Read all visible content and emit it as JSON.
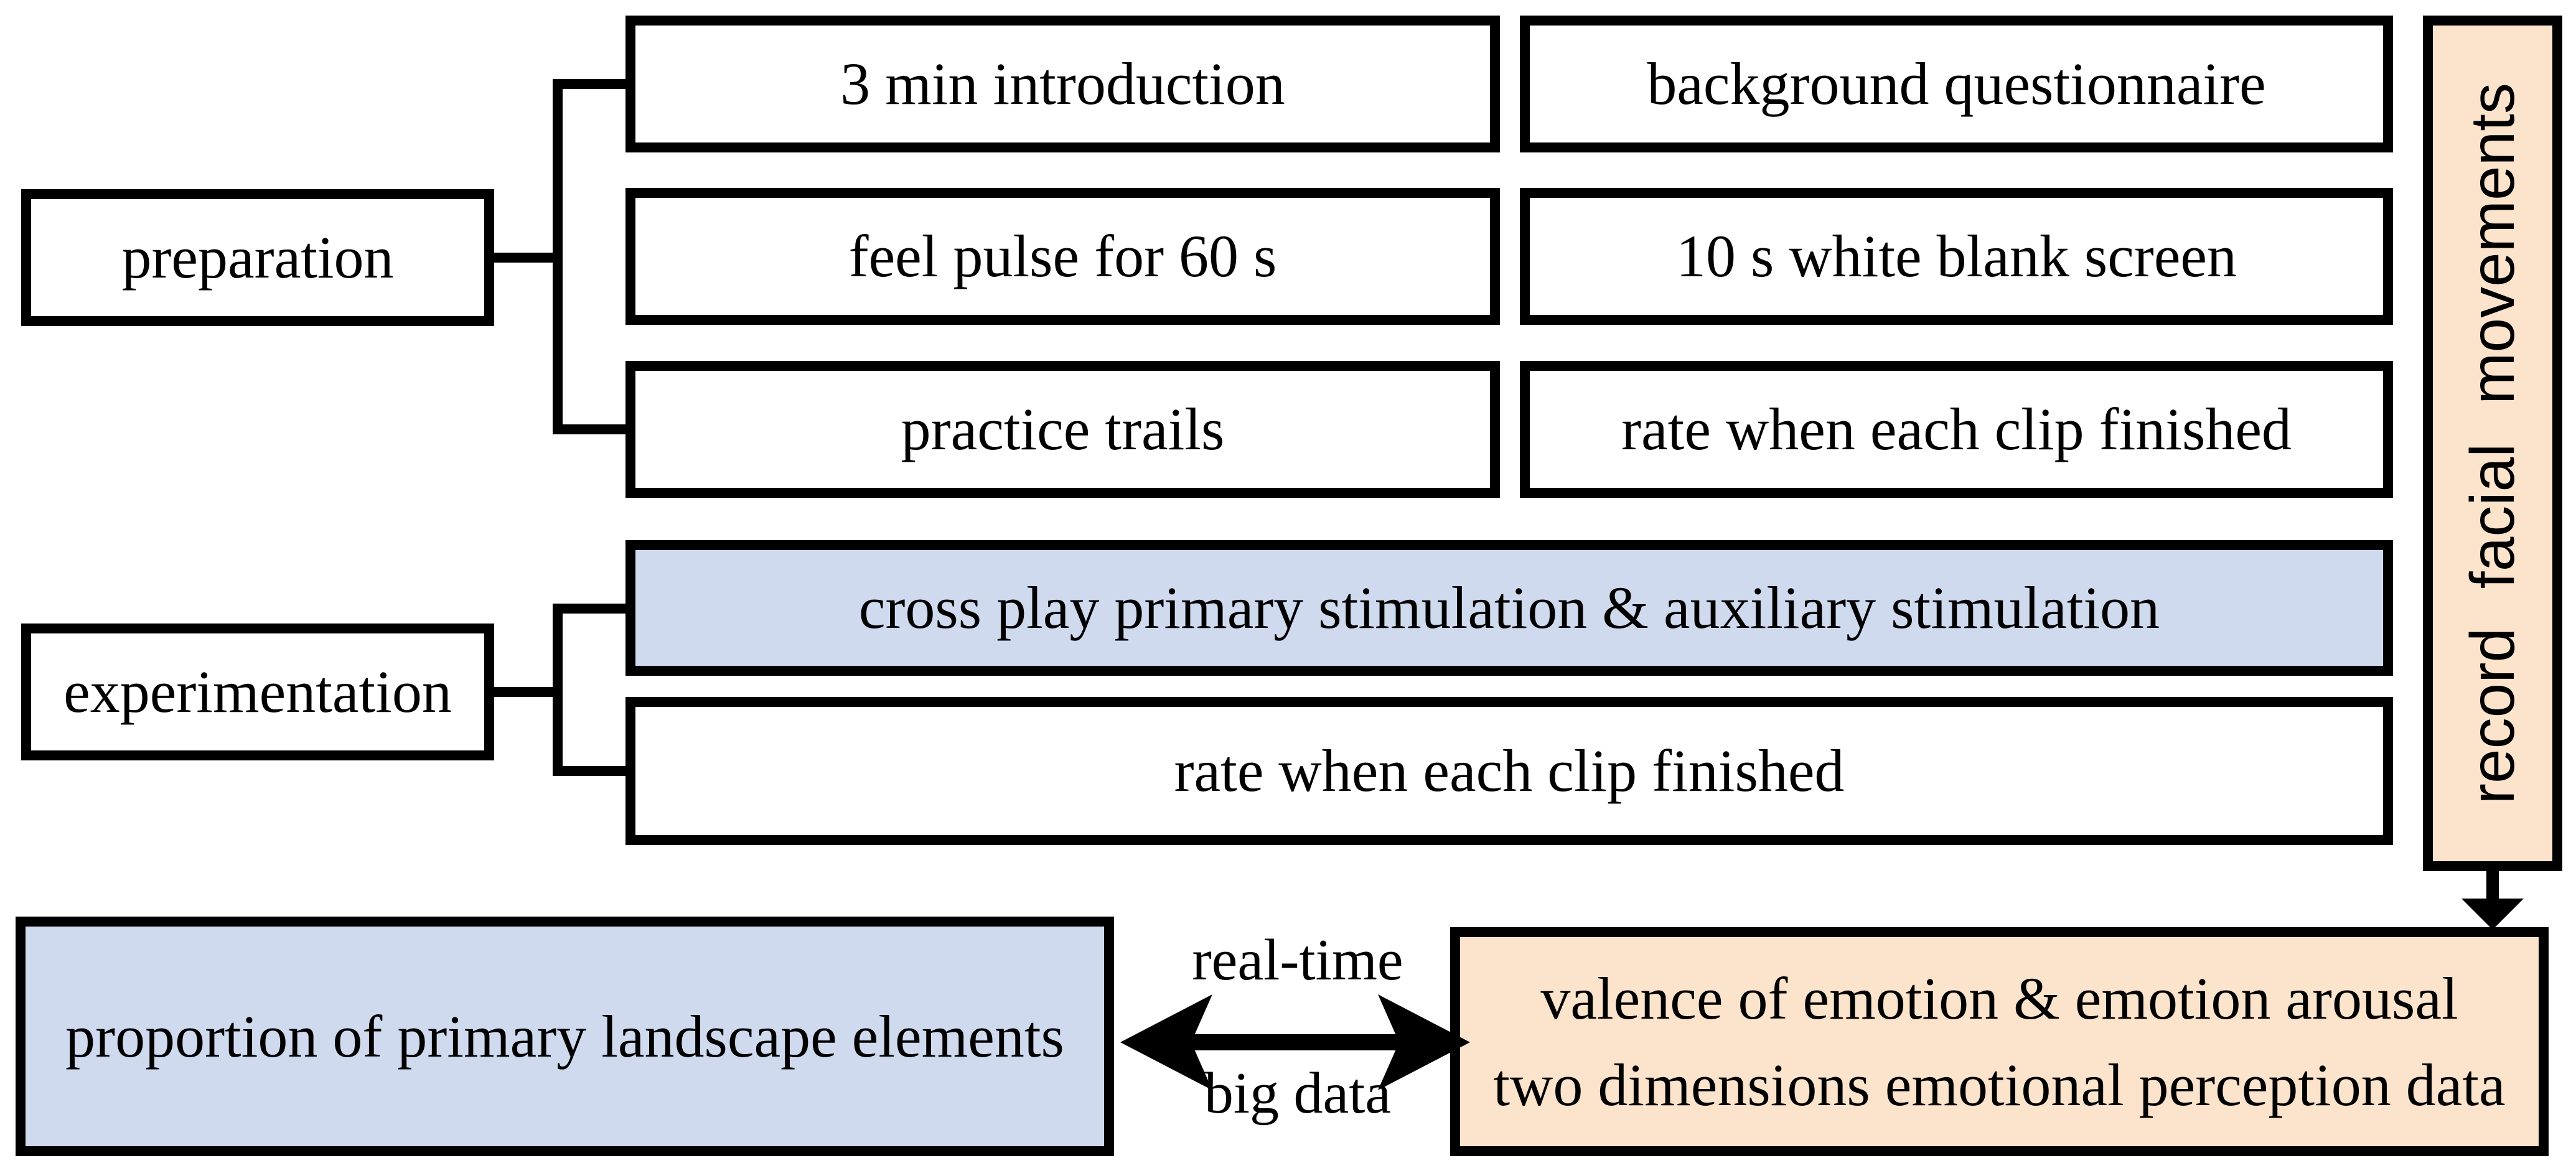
{
  "flowchart": {
    "stages": [
      {
        "label": "preparation"
      },
      {
        "label": "experimentation"
      }
    ],
    "preparation_steps": [
      {
        "label": "3 min introduction"
      },
      {
        "label": "feel pulse for 60 s"
      },
      {
        "label": "practice trails"
      }
    ],
    "session_steps": [
      {
        "label": "background questionnaire"
      },
      {
        "label": "10 s white blank screen"
      },
      {
        "label": "rate when each clip finished"
      }
    ],
    "experimentation_steps": [
      {
        "label": "cross play primary stimulation & auxiliary stimulation"
      },
      {
        "label": "rate when each clip finished"
      }
    ],
    "side_panel": {
      "label": "record facial movements"
    },
    "outputs": {
      "landscape": {
        "label": "proportion of primary landscape elements"
      },
      "emotion": {
        "label": "valence of emotion & emotion arousal\ntwo dimensions emotional perception data"
      }
    },
    "exchange": {
      "top_label": "real-time",
      "bottom_label": "big data"
    },
    "colors": {
      "highlight_blue": "#cfdaef",
      "highlight_peach": "#fce4cc",
      "line_black": "#000000",
      "box_white": "#ffffff"
    }
  }
}
